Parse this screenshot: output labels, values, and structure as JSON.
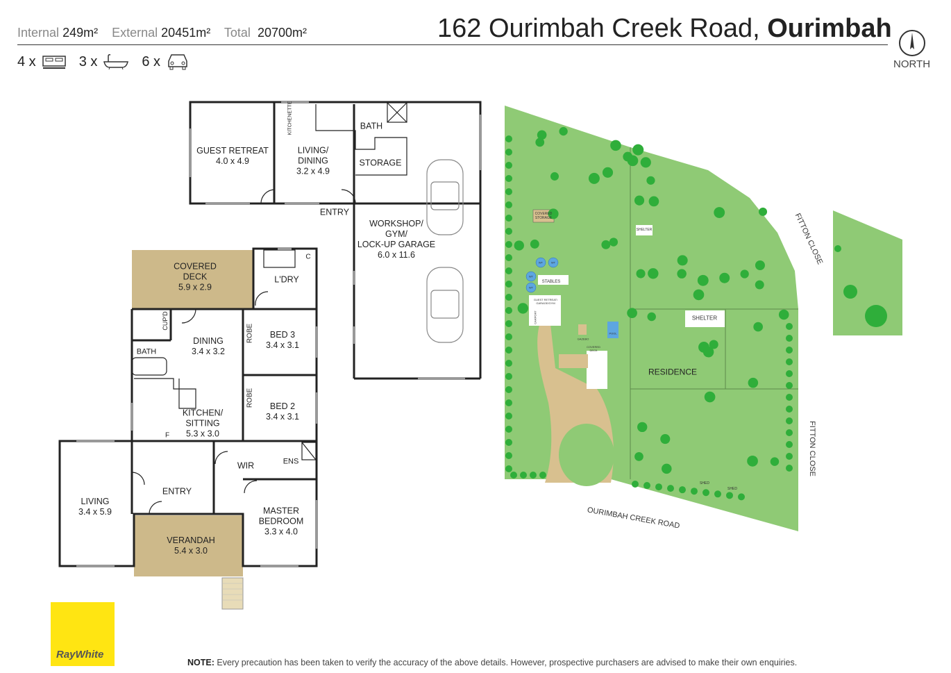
{
  "header": {
    "internal_label": "Internal",
    "internal_value": "249m²",
    "external_label": "External",
    "external_value": "20451m²",
    "total_label": "Total",
    "total_value": "20700m²",
    "address_street": "162 Ourimbah Creek Road,",
    "address_suburb": "Ourimbah",
    "beds": "4 x",
    "baths": "3 x",
    "cars": "6 x",
    "north": "NORTH"
  },
  "rooms": {
    "guest_retreat": [
      "GUEST RETREAT",
      "4.0 x 4.9"
    ],
    "living_dining": [
      "LIVING/",
      "DINING",
      "3.2 x 4.9"
    ],
    "kitchenette": "KITCHENETTE",
    "bath_top": "BATH",
    "storage": "STORAGE",
    "entry_top": "ENTRY",
    "workshop": [
      "WORKSHOP/",
      "GYM/",
      "LOCK-UP GARAGE",
      "6.0 x 11.6"
    ],
    "covered_deck": [
      "COVERED",
      "DECK",
      "5.9 x 2.9"
    ],
    "laundry": "L'DRY",
    "c": "C",
    "cupd": "CUP'D",
    "bath": "BATH",
    "dining": [
      "DINING",
      "3.4 x 3.2"
    ],
    "robe1": "ROBE",
    "bed3": [
      "BED 3",
      "3.4 x 3.1"
    ],
    "robe2": "ROBE",
    "bed2": [
      "BED 2",
      "3.4 x 3.1"
    ],
    "kitchen": [
      "KITCHEN/",
      "SITTING",
      "5.3 x 3.0"
    ],
    "f": "F",
    "wir": "WIR",
    "ens": "ENS",
    "entry": "ENTRY",
    "living": [
      "LIVING",
      "3.4 x 5.9"
    ],
    "master": [
      "MASTER",
      "BEDROOM",
      "3.3 x 4.0"
    ],
    "verandah": [
      "VERANDAH",
      "5.4 x 3.0"
    ]
  },
  "site": {
    "covered_storage": [
      "COVERED",
      "STORAGE"
    ],
    "shelter_small": "SHELTER",
    "wt": "WT",
    "stables": "STABLES",
    "guest_garage": [
      "GUEST RETREAT/",
      "GARAGE/GYM"
    ],
    "carport": "CARPORT",
    "gazebo": "GAZEBO",
    "pool": "POOL",
    "covered_deck": [
      "COVERED",
      "DECK"
    ],
    "residence": "RESIDENCE",
    "shelter": "SHELTER",
    "shed": "SHED",
    "fitton1": "FITTON CLOSE",
    "fitton2": "FITTON CLOSE",
    "ourimbah": "OURIMBAH CREEK ROAD"
  },
  "brand": "RayWhite",
  "note_bold": "NOTE:",
  "note": " Every precaution has been taken to verify the accuracy of the above details. However, prospective purchasers are advised to make their own enquiries.",
  "colors": {
    "grass": "#8fca75",
    "tree": "#2fae3a",
    "path": "#d8c08f",
    "deck": "#cdb98a",
    "brand": "#ffe512"
  }
}
